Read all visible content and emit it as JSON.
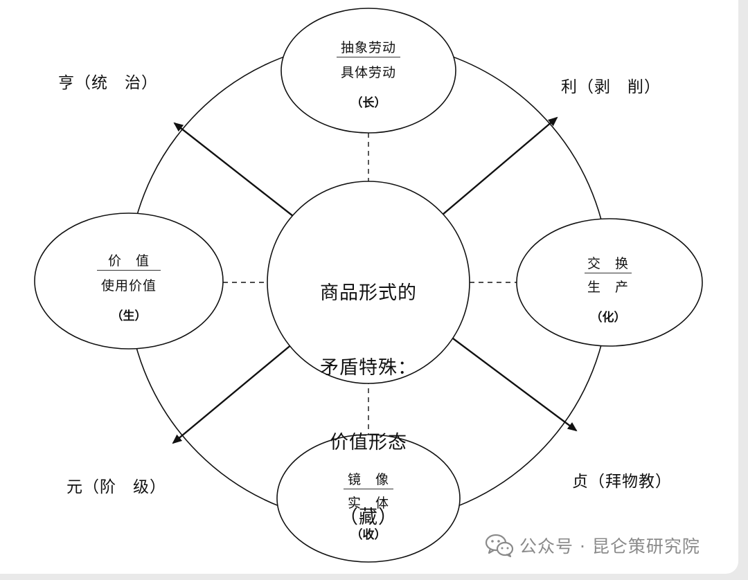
{
  "corners": {
    "top_left": "亨（统　治）",
    "top_right": "利（剥　削）",
    "bottom_left": "元（阶　级）",
    "bottom_right": "贞（拜物教）"
  },
  "nodes": {
    "center": {
      "lines": [
        "商品形式的",
        "矛盾特殊：",
        "价值形态",
        "（藏）"
      ]
    },
    "top": {
      "numerator": "抽象劳动",
      "denominator": "具体劳动",
      "paren": "（长）"
    },
    "left": {
      "numerator": "价　值",
      "denominator": "使用价值",
      "paren": "（生）"
    },
    "right": {
      "numerator": "交　换",
      "denominator": "生　产",
      "paren": "（化）"
    },
    "bottom": {
      "numerator": "镜　像",
      "denominator": "实　体",
      "paren": "（收）"
    }
  },
  "watermark": {
    "icon": "wechat-icon",
    "text": "公众号 · 昆仑策研究院"
  },
  "colors": {
    "stroke": "#111111",
    "watermark": "#8a8a8a",
    "background": "#ffffff"
  }
}
